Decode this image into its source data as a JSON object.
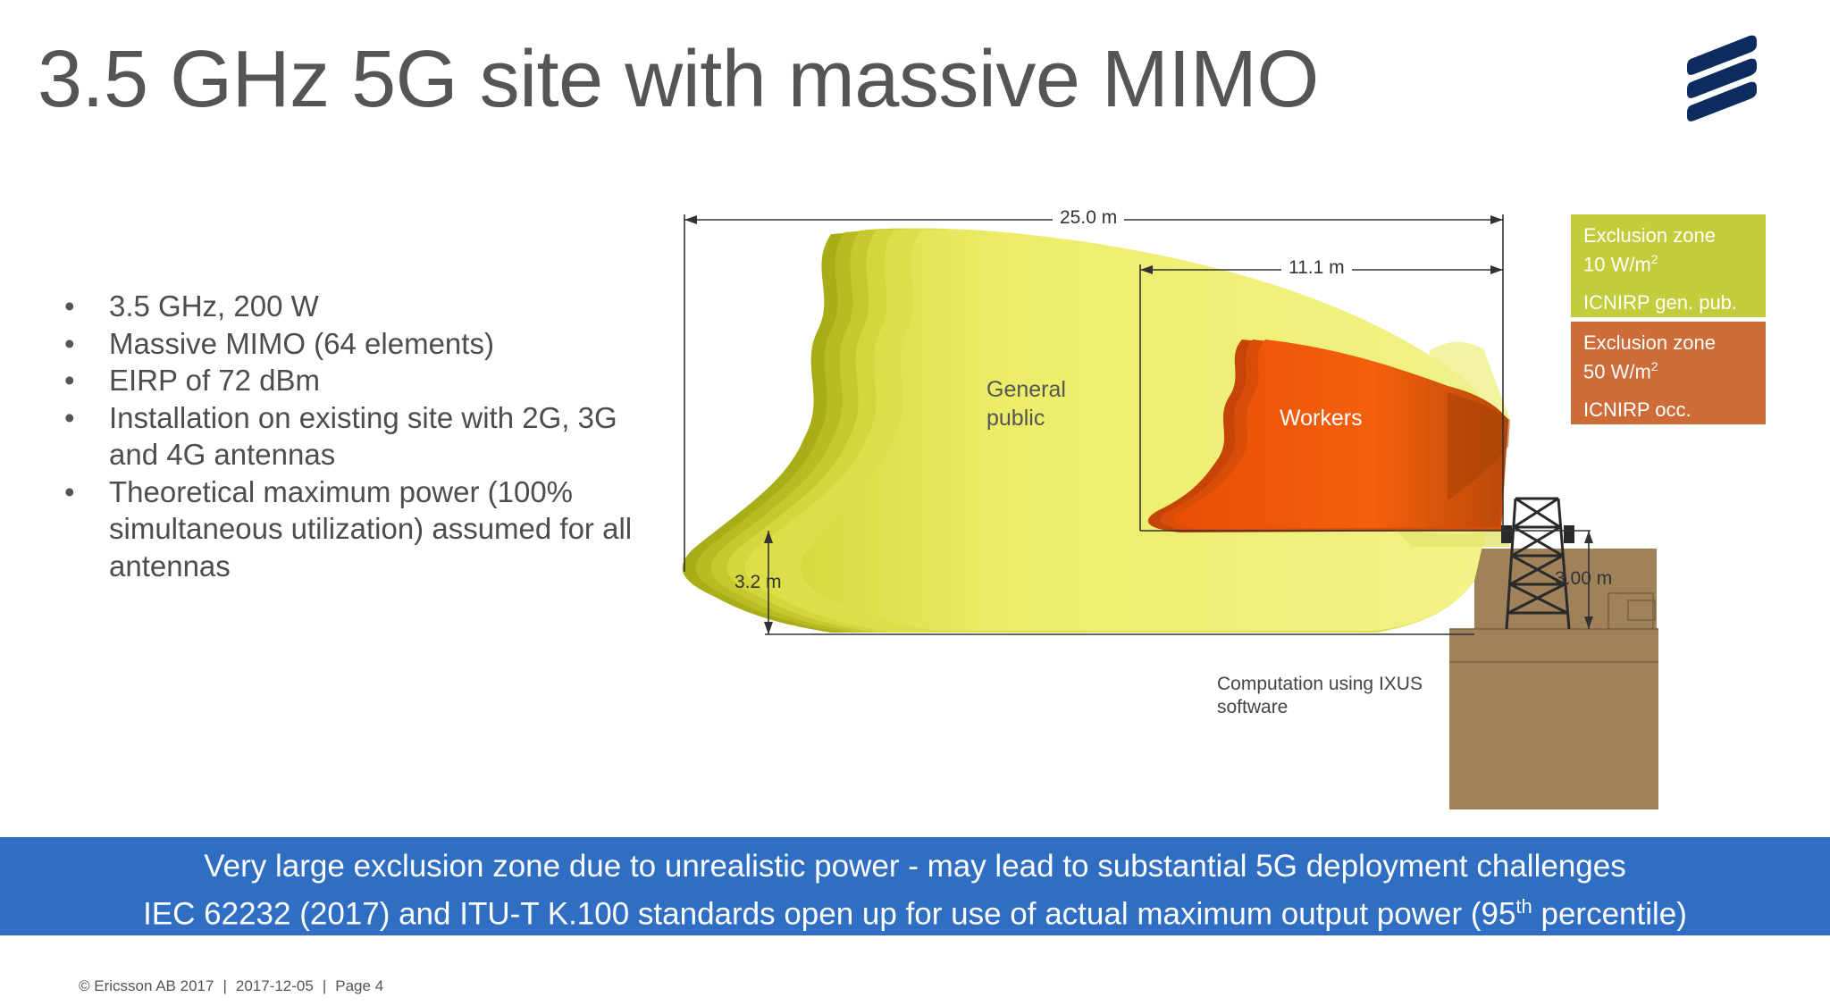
{
  "slide": {
    "title": "3.5 GHz 5G site with massive MIMO",
    "bullets": [
      "3.5 GHz, 200 W",
      "Massive MIMO (64 elements)",
      "EIRP of 72 dBm",
      "Installation on existing site with 2G, 3G and 4G antennas",
      "Theoretical maximum power (100% simultaneous utilization) assumed for all antennas"
    ]
  },
  "figure": {
    "dimensions": {
      "total_length": "25.0 m",
      "workers_length": "11.1 m",
      "lower_height": "3.2 m",
      "mast_height": "3.00 m"
    },
    "zones": {
      "general_public_line1": "General",
      "general_public_line2": "public",
      "workers": "Workers"
    },
    "note_line1": "Computation using IXUS",
    "note_line2": "software",
    "colors": {
      "general_public": "#e8e85a",
      "workers": "#f05a0a",
      "building": "#a0825a"
    }
  },
  "legend": [
    {
      "title": "Exclusion zone",
      "value": "10 W/m",
      "unit_sup": "2",
      "reference": "ICNIRP gen. pub.",
      "color": "#c3cc3a"
    },
    {
      "title": "Exclusion zone",
      "value": "50 W/m",
      "unit_sup": "2",
      "reference": "ICNIRP occ.",
      "color": "#cd6c38"
    }
  ],
  "banner": {
    "line1": "Very large exclusion zone due to unrealistic power - may lead to substantial 5G deployment challenges",
    "line2_pre": "IEC 62232 (2017) and ITU-T K.100 standards open up for use of actual maximum output power (95",
    "line2_sup": "th",
    "line2_post": " percentile)",
    "color": "#2f6ec2"
  },
  "footer": {
    "copyright": "© Ericsson AB 2017",
    "date": "2017-12-05",
    "page": "Page 4"
  }
}
